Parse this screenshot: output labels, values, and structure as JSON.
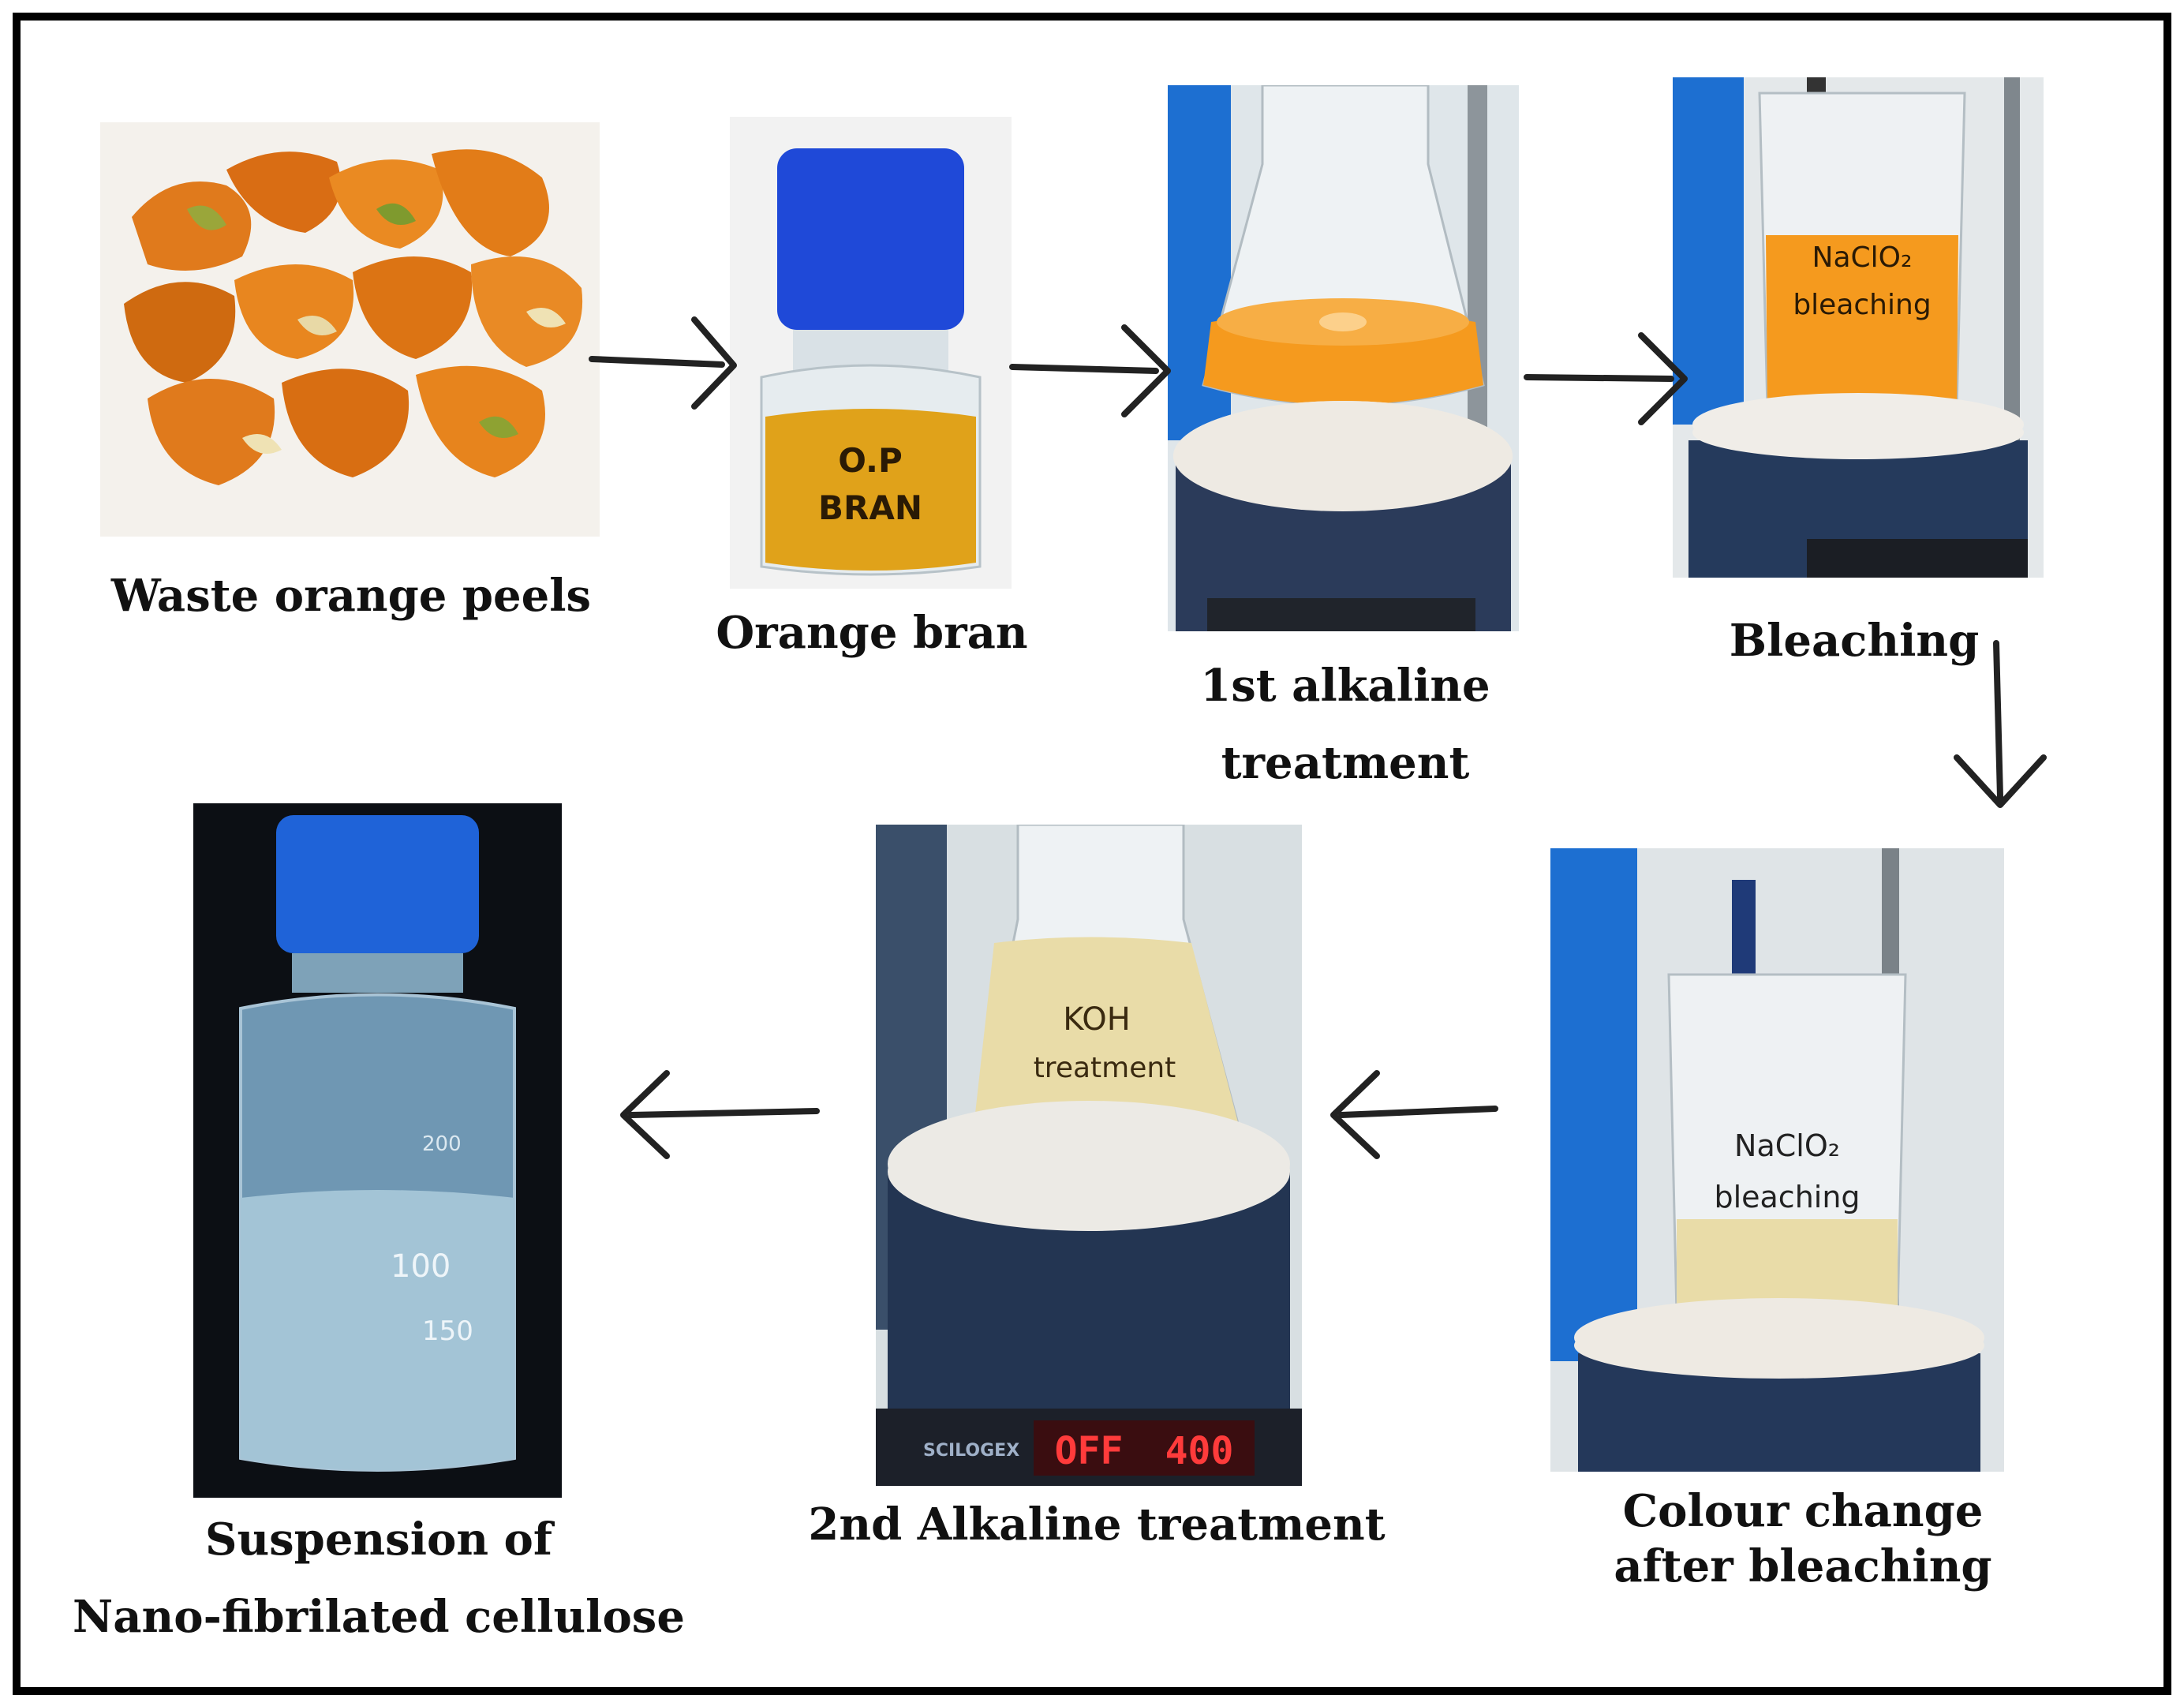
{
  "steps": [
    {
      "id": "waste",
      "label": "Waste orange peels"
    },
    {
      "id": "bran",
      "label": "Orange bran",
      "jar_text_1": "O.P",
      "jar_text_2": "BRAN"
    },
    {
      "id": "alk1",
      "label_line1": "1st alkaline",
      "label_line2": "treatment"
    },
    {
      "id": "bleach",
      "label": "Bleaching",
      "beaker_text_1": "NaClO₂",
      "beaker_text_2": "bleaching"
    },
    {
      "id": "colour",
      "label_line1": "Colour change",
      "label_line2": "after bleaching",
      "beaker_text_1": "NaClO₂",
      "beaker_text_2": "bleaching"
    },
    {
      "id": "alk2",
      "label": "2nd Alkaline treatment",
      "flask_text_1": "KOH",
      "flask_text_2": "treatment",
      "display_left": "OFF",
      "display_right": "400",
      "brand": "SCILOGEX"
    },
    {
      "id": "nfc",
      "label_line1": "Suspension of",
      "label_line2": "Nano-fibrilated cellulose",
      "mark_200": "200",
      "mark_100": "100",
      "mark_150": "150"
    }
  ],
  "colors": {
    "orange_peel": "#e07a1c",
    "liquid_orange": "#f59a1e",
    "liquid_pale": "#e9dca8",
    "cap_blue": "#1f49d8",
    "lab_blue": "#1d6fd1",
    "arrow": "#222222"
  }
}
